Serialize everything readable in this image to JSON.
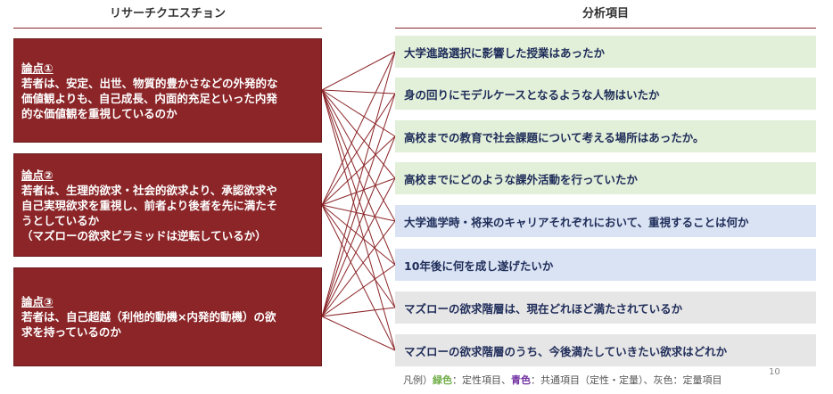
{
  "headers": {
    "left": "リサーチクエスチョン",
    "right": "分析項目"
  },
  "questions": [
    {
      "title": "論点①",
      "body": "若者は、安定、出世、物質的豊かさなどの外発的な\n価値観よりも、自己成長、内面的充足といった内発\n的な価値観を重視しているのか"
    },
    {
      "title": "論点②",
      "body": "若者は、生理的欲求・社会的欲求より、承認欲求や\n自己実現欲求を重視し、前者より後者を先に満たそ\nうとしているか\n（マズローの欲求ピラミッドは逆転しているか）"
    },
    {
      "title": "論点③",
      "body": "若者は、自己超越（利他的動機×内発的動機）の欲\n求を持っているのか"
    }
  ],
  "items": [
    {
      "label": "大学進路選択に影響した授業はあったか",
      "category": "green"
    },
    {
      "label": "身の回りにモデルケースとなるような人物はいたか",
      "category": "green"
    },
    {
      "label": "高校までの教育で社会課題について考える場所はあったか。",
      "category": "green"
    },
    {
      "label": "高校までにどのような課外活動を行っていたか",
      "category": "green"
    },
    {
      "label": "大学進学時・将来のキャリアそれぞれにおいて、重視することは何か",
      "category": "blue"
    },
    {
      "label": "10年後に何を成し遂げたいか",
      "category": "blue"
    },
    {
      "label": "マズローの欲求階層は、現在どれほど満たされているか",
      "category": "gray"
    },
    {
      "label": "マズローの欲求階層のうち、今後満たしていきたい欲求はどれか",
      "category": "gray"
    }
  ],
  "links": [
    [
      0,
      0
    ],
    [
      0,
      1
    ],
    [
      0,
      2
    ],
    [
      0,
      3
    ],
    [
      0,
      4
    ],
    [
      0,
      5
    ],
    [
      0,
      6
    ],
    [
      0,
      7
    ],
    [
      1,
      0
    ],
    [
      1,
      1
    ],
    [
      1,
      2
    ],
    [
      1,
      3
    ],
    [
      1,
      4
    ],
    [
      1,
      5
    ],
    [
      1,
      6
    ],
    [
      1,
      7
    ],
    [
      2,
      0
    ],
    [
      2,
      1
    ],
    [
      2,
      2
    ],
    [
      2,
      3
    ],
    [
      2,
      4
    ],
    [
      2,
      5
    ],
    [
      2,
      6
    ],
    [
      2,
      7
    ]
  ],
  "legend": {
    "prefix": "凡例）",
    "green": "緑色",
    "green_desc": "：定性項目、",
    "blue": "青色",
    "blue_desc": "：共通項目（定性・定量）、灰色：定量項目"
  },
  "colors": {
    "accent": "#8b2528",
    "green_text": "#70ad47",
    "blue_text": "#7030a0"
  },
  "page_number": "10"
}
